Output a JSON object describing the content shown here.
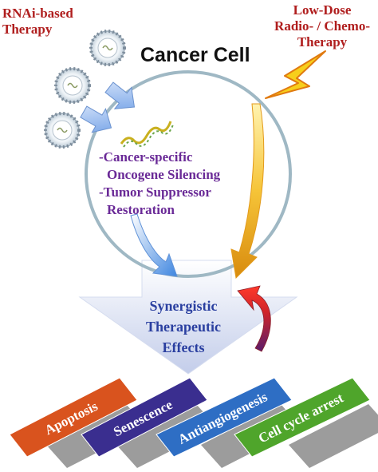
{
  "labels": {
    "rnai_line1": "RNAi-based",
    "rnai_line2": "Therapy",
    "lowdose_line1": "Low-Dose",
    "lowdose_line2": "Radio- / Chemo-",
    "lowdose_line3": "Therapy",
    "cell_title": "Cancer Cell",
    "mechanism_line1": "-Cancer-specific",
    "mechanism_line2": "Oncogene Silencing",
    "mechanism_line3": "-Tumor Suppressor",
    "mechanism_line4": "Restoration",
    "synergy_line1": "Synergistic",
    "synergy_line2": "Therapeutic",
    "synergy_line3": "Effects"
  },
  "outcomes": [
    {
      "label": "Apoptosis",
      "color": "#d9531e"
    },
    {
      "label": "Senescence",
      "color": "#3a2e8f"
    },
    {
      "label": "Antiangiogenesis",
      "color": "#2e6ec4"
    },
    {
      "label": "Cell cycle arrest",
      "color": "#4fa52b"
    }
  ],
  "colors": {
    "title_red": "#b01e1e",
    "mechanism_purple": "#6a2a97",
    "synergy_blue": "#2a3fa0",
    "cell_border": "#9fb8c4"
  },
  "icons": [
    "rnai-particle-icon",
    "lightning-bolt-icon",
    "sirna-strand-icon"
  ]
}
